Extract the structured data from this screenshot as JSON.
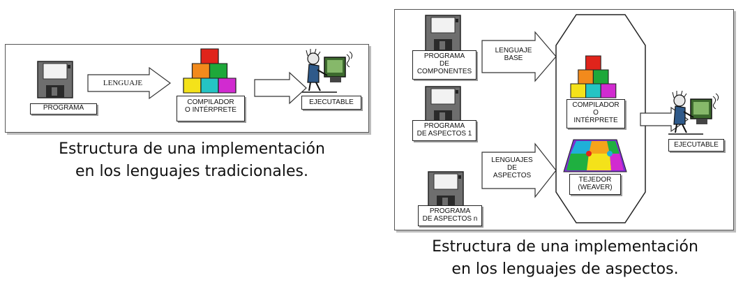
{
  "traditional": {
    "programa": "PROGRAMA",
    "lenguaje": "LENGUAJE",
    "compilador_line1": "COMPILADOR",
    "compilador_line2": "O INTÉRPRETE",
    "ejecutable": "EJECUTABLE",
    "caption_line1": "Estructura de una implementación",
    "caption_line2": "en los lenguajes tradicionales."
  },
  "aspects": {
    "programa_componentes_line1": "PROGRAMA",
    "programa_componentes_line2": "DE",
    "programa_componentes_line3": "COMPONENTES",
    "programa_aspectos1_line1": "PROGRAMA",
    "programa_aspectos1_line2": "DE ASPECTOS 1",
    "programa_aspectosn_line1": "PROGRAMA",
    "programa_aspectosn_line2": "DE ASPECTOS n",
    "lenguaje_base_line1": "LENGUAJE",
    "lenguaje_base_line2": "BASE",
    "lenguajes_aspectos_line1": "LENGUAJES",
    "lenguajes_aspectos_line2": "DE",
    "lenguajes_aspectos_line3": "ASPECTOS",
    "compilador_line1": "COMPILADOR",
    "compilador_line2": "O",
    "compilador_line3": "INTÉRPRETE",
    "tejedor_line1": "TEJEDOR",
    "tejedor_line2": "(WEAVER)",
    "ejecutable": "EJECUTABLE",
    "caption_line1": "Estructura de una implementación",
    "caption_line2": "en los lenguajes de aspectos."
  },
  "icons": [
    "floppy-disk-icon",
    "arrow-icon",
    "colored-blocks-icon",
    "programmer-at-computer-icon",
    "puzzle-icon"
  ]
}
